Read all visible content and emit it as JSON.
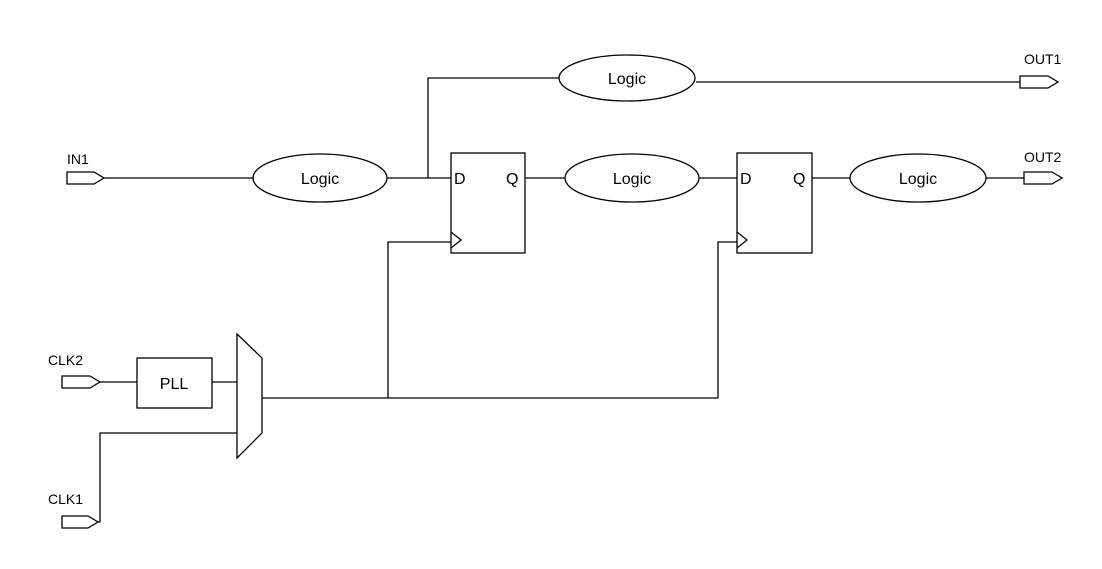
{
  "ports": {
    "in1": "IN1",
    "clk2": "CLK2",
    "clk1": "CLK1",
    "out1": "OUT1",
    "out2": "OUT2"
  },
  "blocks": {
    "logic_top": "Logic",
    "logic_in": "Logic",
    "logic_mid": "Logic",
    "logic_out": "Logic",
    "pll": "PLL"
  },
  "flipflops": [
    {
      "d": "D",
      "q": "Q"
    },
    {
      "d": "D",
      "q": "Q"
    }
  ]
}
